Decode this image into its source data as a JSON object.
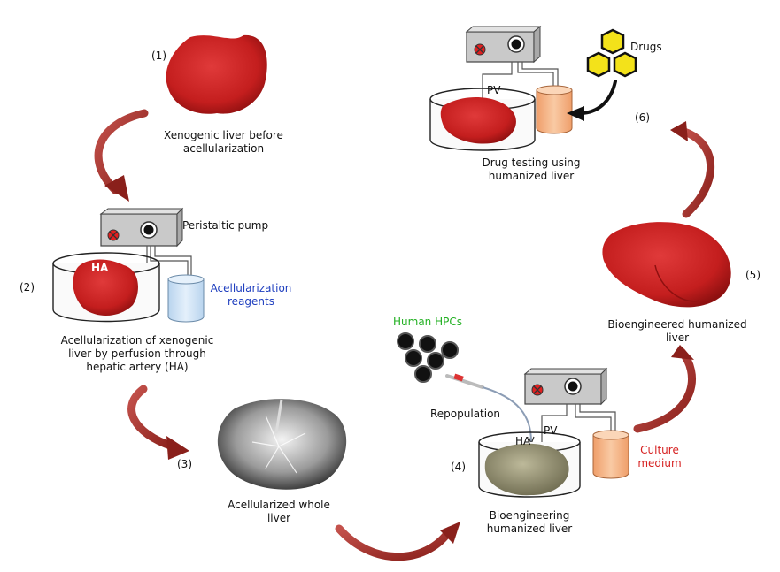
{
  "steps": [
    {
      "number": "(1)",
      "caption_lines": [
        "Xenogenic liver before",
        "acellularization"
      ]
    },
    {
      "number": "(2)",
      "caption_lines": [
        "Acellularization of xenogenic",
        "liver by perfusion through",
        "hepatic artery (HA)"
      ]
    },
    {
      "number": "(3)",
      "caption_lines": [
        "Acellularized whole",
        "liver"
      ]
    },
    {
      "number": "(4)",
      "caption_lines": [
        "Bioengineering",
        "humanized liver"
      ]
    },
    {
      "number": "(5)",
      "caption_lines": [
        "Bioengineered humanized",
        "liver"
      ]
    },
    {
      "number": "(6)",
      "caption_lines": [
        "Drug testing using",
        "humanized liver"
      ]
    }
  ],
  "labels": {
    "peristaltic_pump": "Peristaltic pump",
    "acellularization_reagents": [
      "Acellularization",
      "reagents"
    ],
    "ha": "HA",
    "pv": "PV",
    "human_hpcs": "Human HPCs",
    "repopulation": "Repopulation",
    "culture_medium": [
      "Culture",
      "medium"
    ],
    "drugs": "Drugs"
  },
  "colors": {
    "arrow": "#9b2a25",
    "liver_red": "#c41e1e",
    "liver_gray": "#8d8a6a",
    "reagents_text": "#1f3fbf",
    "hpcs_text": "#22b022",
    "medium_text": "#d62020",
    "pump": "#c9c9c9",
    "reservoir_blue": "#cfe3f5",
    "reservoir_orange": "#f6b98c",
    "drug_yellow": "#f3e21a"
  }
}
